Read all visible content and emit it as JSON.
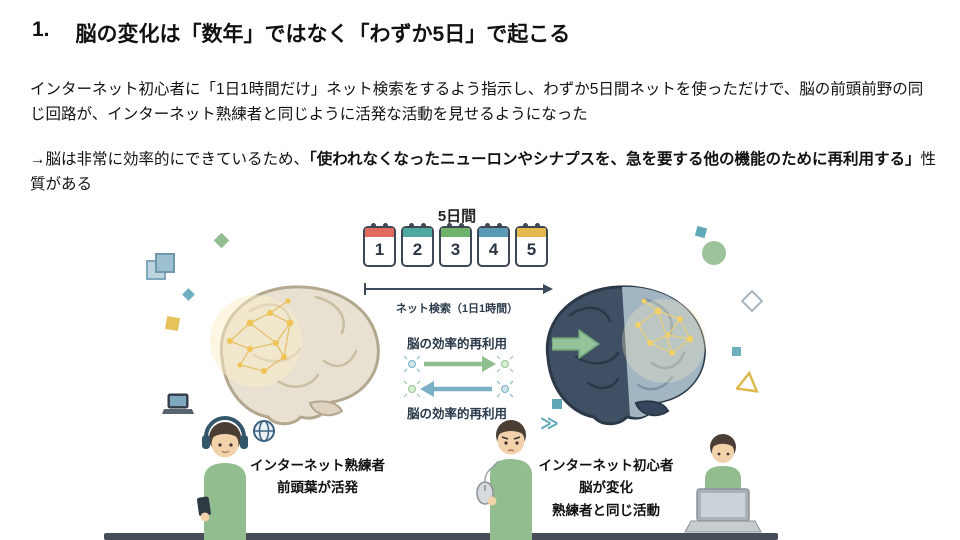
{
  "slide": {
    "title_number": "1.",
    "title_text": "脳の変化は「数年」ではなく「わずか5日」で起こる",
    "paragraph1": "インターネット初心者に「1日1時間だけ」ネット検索をするよう指示し、わずか5日間ネットを使っただけで、脳の前頭前野の同じ回路が、インターネット熟練者と同じように活発な活動を見せるようになった",
    "paragraph2": {
      "prefix": "→脳は非常に効率的にできているため、",
      "bold": "「使われなくなったニューロンやシナプスを、急を要する他の機能のために再利用する」",
      "suffix": "性質がある"
    }
  },
  "illustration": {
    "duration_label": "5日間",
    "days": [
      "1",
      "2",
      "3",
      "4",
      "5"
    ],
    "search_arrow_label": "ネット検索（1日1時間）",
    "reuse_label_top": "脳の効率的再利用",
    "reuse_label_bottom": "脳の効率的再利用",
    "left_person": {
      "caption1": "インターネット熟練者",
      "caption2": "前頭葉が活発"
    },
    "right_person": {
      "caption1": "インターネット初心者",
      "caption2": "脳が変化",
      "caption3": "熟練者と同じ活動"
    },
    "icons": {
      "double_chevron": "≫"
    },
    "colors": {
      "accent_green": "#93bd90",
      "accent_teal": "#5fa8b8",
      "accent_yellow": "#e5c35a",
      "brain_expert": "#e8e1d2",
      "brain_novice": "#405064",
      "network_glow": "#f0c455",
      "calendar_headers": [
        "#e06a5e",
        "#4fa9a1",
        "#6fb36b",
        "#5a9ab5",
        "#e5b94e"
      ]
    }
  }
}
